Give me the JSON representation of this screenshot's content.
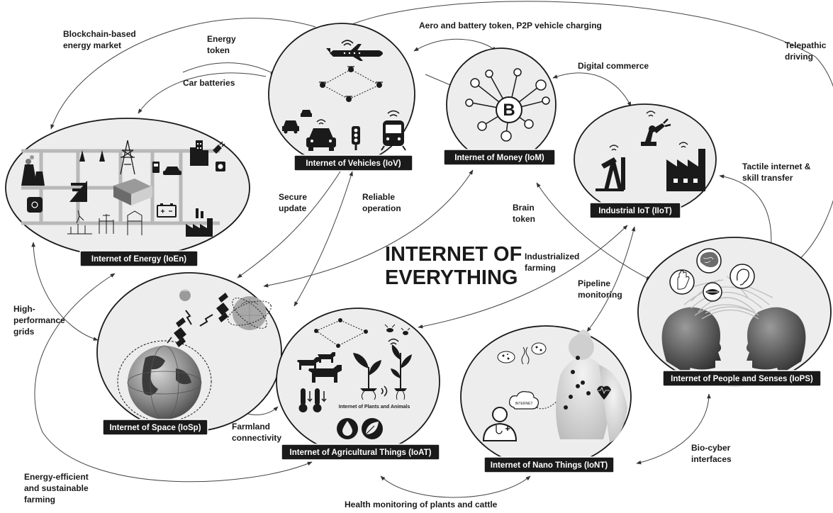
{
  "title_lines": [
    "INTERNET OF",
    "EVERYTHING"
  ],
  "nodes": {
    "iov": "Internet of Vehicles (IoV)",
    "iom": "Internet of Money (IoM)",
    "iiot": "Industrial IoT (IIoT)",
    "ioen": "Internet of Energy (IoEn)",
    "iosp": "Internet of Space (IoSp)",
    "ioat": "Internet of Agricultural Things (IoAT)",
    "iont": "Internet of Nano Things (IoNT)",
    "iops": "Internet of People and Senses (IoPS)"
  },
  "links": {
    "blockchain": [
      "Blockchain-based",
      "energy market"
    ],
    "energy_token": [
      "Energy",
      "token"
    ],
    "car_batteries": [
      "Car batteries"
    ],
    "aero": [
      "Aero and battery token, P2P vehicle charging"
    ],
    "telepathic": [
      "Telepathic",
      "driving"
    ],
    "digital_commerce": [
      "Digital commerce"
    ],
    "tactile": [
      "Tactile internet &",
      "skill transfer"
    ],
    "secure_update": [
      "Secure",
      "update"
    ],
    "reliable": [
      "Reliable",
      "operation"
    ],
    "brain_token": [
      "Brain",
      "token"
    ],
    "industrialized": [
      "Industrialized",
      "farming"
    ],
    "pipeline": [
      "Pipeline",
      "monitoring"
    ],
    "high_perf": [
      "High-",
      "performance",
      "grids"
    ],
    "farmland": [
      "Farmland",
      "connectivity"
    ],
    "energy_efficient": [
      "Energy-efficient",
      "and sustainable",
      "farming"
    ],
    "health": [
      "Health monitoring of plants and cattle"
    ],
    "bio_cyber": [
      "Bio-cyber",
      "interfaces"
    ]
  },
  "inner_texts": {
    "plants_animals": "Internet of Plants and Animals",
    "internet_bubble": "INTERNET"
  },
  "colors": {
    "node_fill": "#ededed",
    "node_stroke": "#1a1a1a",
    "label_bg": "#1a1a1a",
    "label_text": "#ffffff",
    "icon": "#1a1a1a"
  }
}
